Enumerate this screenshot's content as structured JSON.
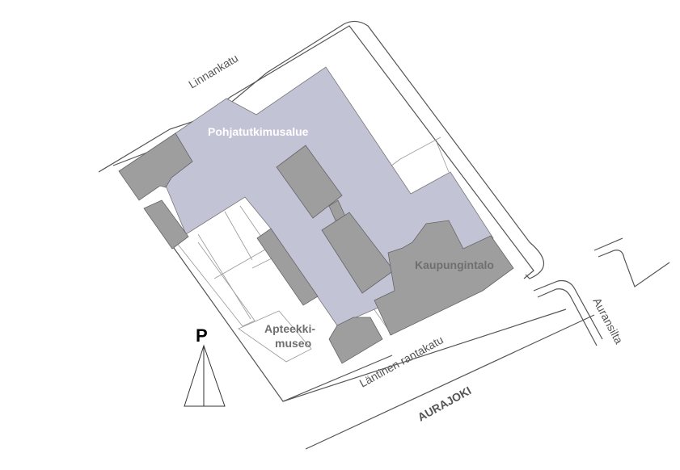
{
  "map": {
    "streets": {
      "linnankatu": "Linnankatu",
      "lantinen_rantakatu": "Läntinen rantakatu",
      "auransilta": "Auransilta",
      "river": "AURAJOKI"
    },
    "areas": {
      "research_area": "Pohjatutkimusalue",
      "city_hall": "Kaupungintalo",
      "pharmacy_museum_line1": "Apteekki-",
      "pharmacy_museum_line2": "museo"
    },
    "north_arrow_label": "P",
    "colors": {
      "research_area": "#c3c3d6",
      "building": "#9e9e9e",
      "line": "#666666"
    }
  }
}
